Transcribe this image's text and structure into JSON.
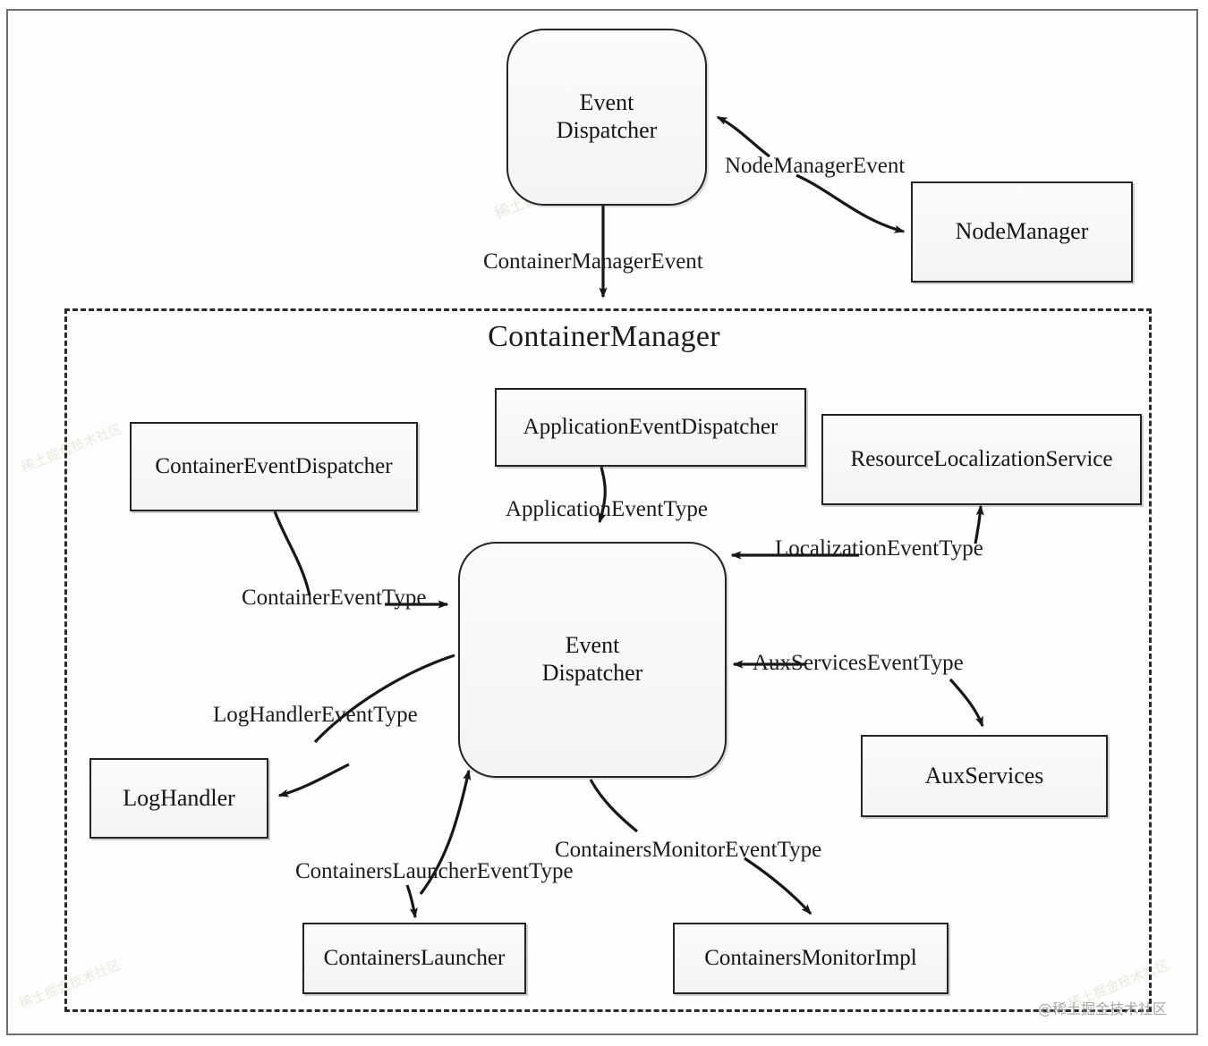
{
  "figure": {
    "group_title": "ContainerManager",
    "watermark": "@稀土掘金技术社区",
    "watermark_faint": "稀土掘金技术社区"
  },
  "nodes": [
    {
      "id": "event-dispatcher-top",
      "label_line1": "Event",
      "label_line2": "Dispatcher",
      "shape": "rounded"
    },
    {
      "id": "node-manager",
      "label": "NodeManager",
      "shape": "rect"
    },
    {
      "id": "container-event-dispatcher",
      "label": "ContainerEventDispatcher",
      "shape": "rect"
    },
    {
      "id": "application-event-dispatcher",
      "label": "ApplicationEventDispatcher",
      "shape": "rect"
    },
    {
      "id": "resource-localization-service",
      "label": "ResourceLocalizationService",
      "shape": "rect"
    },
    {
      "id": "event-dispatcher-main",
      "label_line1": "Event",
      "label_line2": "Dispatcher",
      "shape": "rounded"
    },
    {
      "id": "log-handler",
      "label": "LogHandler",
      "shape": "rect"
    },
    {
      "id": "aux-services",
      "label": "AuxServices",
      "shape": "rect"
    },
    {
      "id": "containers-launcher",
      "label": "ContainersLauncher",
      "shape": "rect"
    },
    {
      "id": "containers-monitor-impl",
      "label": "ContainersMonitorImpl",
      "shape": "rect"
    }
  ],
  "edges": [
    {
      "id": "node-manager-event",
      "label": "NodeManagerEvent",
      "from": "event-dispatcher-top",
      "to": "node-manager"
    },
    {
      "id": "container-manager-event",
      "label": "ContainerManagerEvent",
      "from": "event-dispatcher-top",
      "to": "event-dispatcher-main"
    },
    {
      "id": "container-event-type",
      "label": "ContainerEventType",
      "from": "container-event-dispatcher",
      "to": "event-dispatcher-main"
    },
    {
      "id": "application-event-type",
      "label": "ApplicationEventType",
      "from": "application-event-dispatcher",
      "to": "event-dispatcher-main"
    },
    {
      "id": "localization-event-type",
      "label": "LocalizationEventType",
      "from": "event-dispatcher-main",
      "to": "resource-localization-service"
    },
    {
      "id": "aux-services-event-type",
      "label": "AuxServicesEventType",
      "from": "event-dispatcher-main",
      "to": "aux-services"
    },
    {
      "id": "log-handler-event-type",
      "label": "LogHandlerEventType",
      "from": "event-dispatcher-main",
      "to": "log-handler"
    },
    {
      "id": "containers-launcher-event-type",
      "label": "ContainersLauncherEventType",
      "from": "event-dispatcher-main",
      "to": "containers-launcher"
    },
    {
      "id": "containers-monitor-event-type",
      "label": "ContainersMonitorEventType",
      "from": "event-dispatcher-main",
      "to": "containers-monitor-impl"
    }
  ]
}
